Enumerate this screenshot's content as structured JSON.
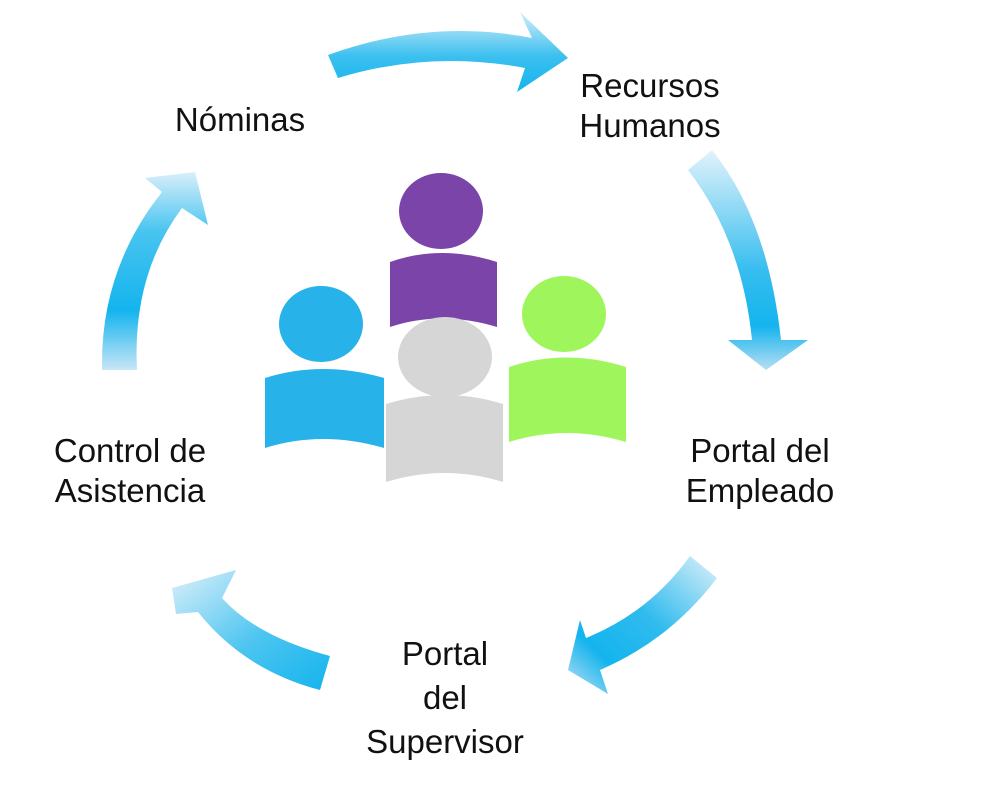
{
  "diagram": {
    "nodes": [
      {
        "id": "nominas",
        "lines": [
          "Nóminas"
        ]
      },
      {
        "id": "recursos-humanos",
        "lines": [
          "Recursos",
          "Humanos"
        ]
      },
      {
        "id": "portal-empleado",
        "lines": [
          "Portal del",
          "Empleado"
        ]
      },
      {
        "id": "portal-supervisor",
        "lines": [
          "Portal",
          "del",
          "Supervisor"
        ]
      },
      {
        "id": "control-asistencia",
        "lines": [
          "Control de",
          "Asistencia"
        ]
      }
    ],
    "cycle_direction": "clockwise",
    "center_icon": "group-of-people-icon",
    "people_colors": {
      "purple": "#7a44a8",
      "blue": "#28b2ea",
      "green": "#9ef55c",
      "gray": "#d6d6d6"
    },
    "arrow_colors": {
      "dark": "#14b4ee",
      "light": "#d6eef9"
    }
  }
}
